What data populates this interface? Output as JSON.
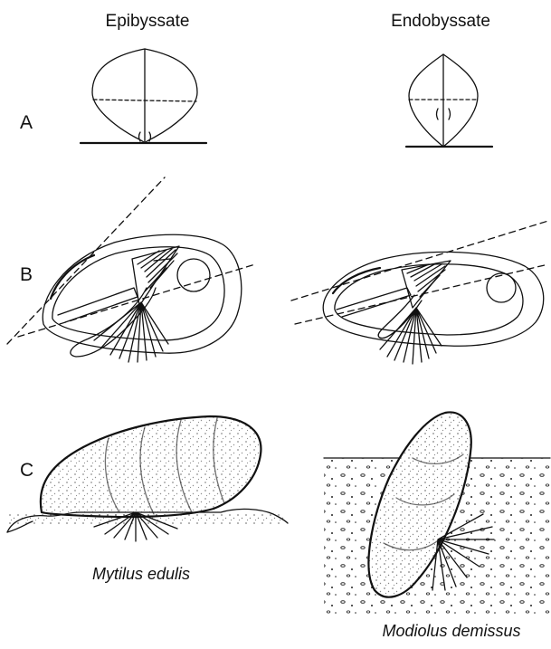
{
  "columns": {
    "left_heading": "Epibyssate",
    "right_heading": "Endobyssate"
  },
  "rows": {
    "a": "A",
    "b": "B",
    "c": "C"
  },
  "species": {
    "left": "Mytilus edulis",
    "right": "Modiolus demissus"
  }
}
